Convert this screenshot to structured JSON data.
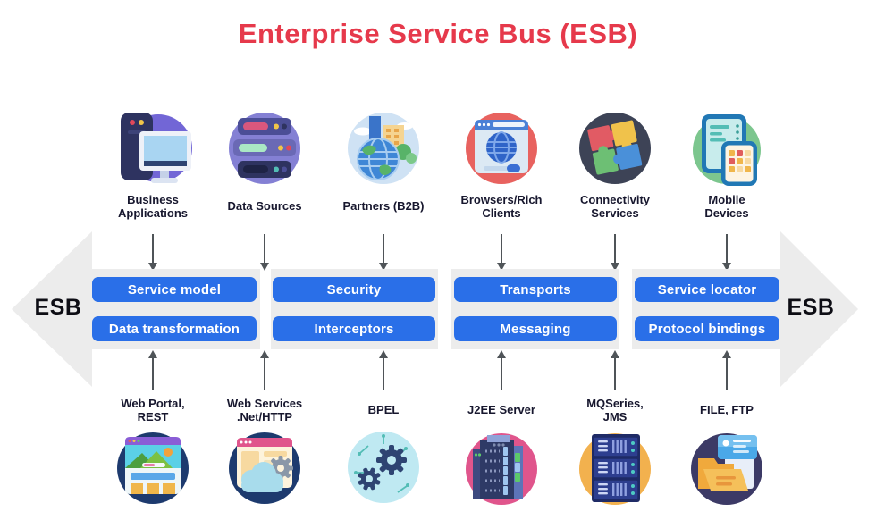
{
  "title": "Enterprise Service Bus (ESB)",
  "band": {
    "esb_left": "ESB",
    "esb_right": "ESB"
  },
  "capabilities": {
    "row1": [
      "Service model",
      "Security",
      "Transports",
      "Service locator"
    ],
    "row2": [
      "Data transformation",
      "Interceptors",
      "Messaging",
      "Protocol bindings"
    ]
  },
  "sources": [
    {
      "label": "Business\nApplications",
      "icon": "business-applications-icon"
    },
    {
      "label": "Data Sources",
      "icon": "data-sources-icon"
    },
    {
      "label": "Partners (B2B)",
      "icon": "partners-b2b-icon"
    },
    {
      "label": "Browsers/Rich\nClients",
      "icon": "browsers-rich-clients-icon"
    },
    {
      "label": "Connectivity\nServices",
      "icon": "connectivity-services-icon"
    },
    {
      "label": "Mobile\nDevices",
      "icon": "mobile-devices-icon"
    }
  ],
  "adapters": [
    {
      "label": "Web Portal,\nREST",
      "icon": "web-portal-icon"
    },
    {
      "label": "Web Services\n.Net/HTTP",
      "icon": "web-services-icon"
    },
    {
      "label": "BPEL",
      "icon": "bpel-gears-icon"
    },
    {
      "label": "J2EE Server",
      "icon": "j2ee-server-icon"
    },
    {
      "label": "MQSeries,\nJMS",
      "icon": "mqseries-jms-icon"
    },
    {
      "label": "FILE, FTP",
      "icon": "file-ftp-icon"
    }
  ],
  "colors": {
    "title_red": "#e6394b",
    "capability_blue": "#2a6fe8",
    "band_gray": "#ececec",
    "arrow_gray": "#4f5458",
    "label_dark": "#17172e"
  }
}
